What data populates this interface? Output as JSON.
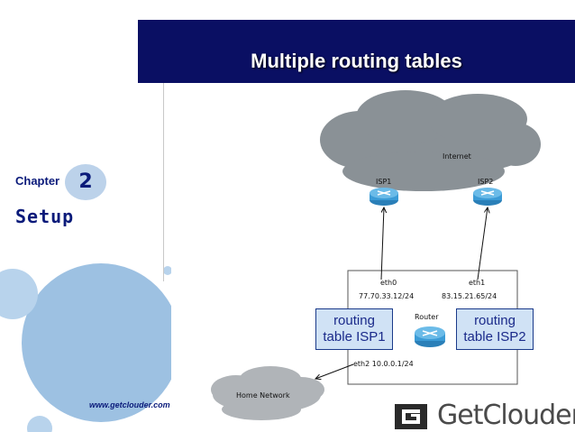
{
  "slide": {
    "title": "Multiple routing tables",
    "chapter_label": "Chapter",
    "chapter_number": "2",
    "section_title": "Setup",
    "website": "www.getclouder.com",
    "brand": "GetClouder"
  },
  "diagram": {
    "internet_label": "Internet",
    "isp1_label": "ISP1",
    "isp2_label": "ISP2",
    "router_label": "Router",
    "eth0_name": "eth0",
    "eth0_ip": "77.70.33.12/24",
    "eth1_name": "eth1",
    "eth1_ip": "83.15.21.65/24",
    "eth2_label": "eth2  10.0.0.1/24",
    "home_network_label": "Home Network"
  },
  "callouts": {
    "isp1": [
      "routing",
      "table ISP1"
    ],
    "isp2": [
      "routing",
      "table ISP2"
    ]
  },
  "colors": {
    "title_bar": "#0a0f63",
    "accent_blue": "#0a1a7a",
    "circle_blue": "#9dc1e2",
    "cloud_gray": "#8a9196",
    "router_blue": "#3b9bd6"
  }
}
